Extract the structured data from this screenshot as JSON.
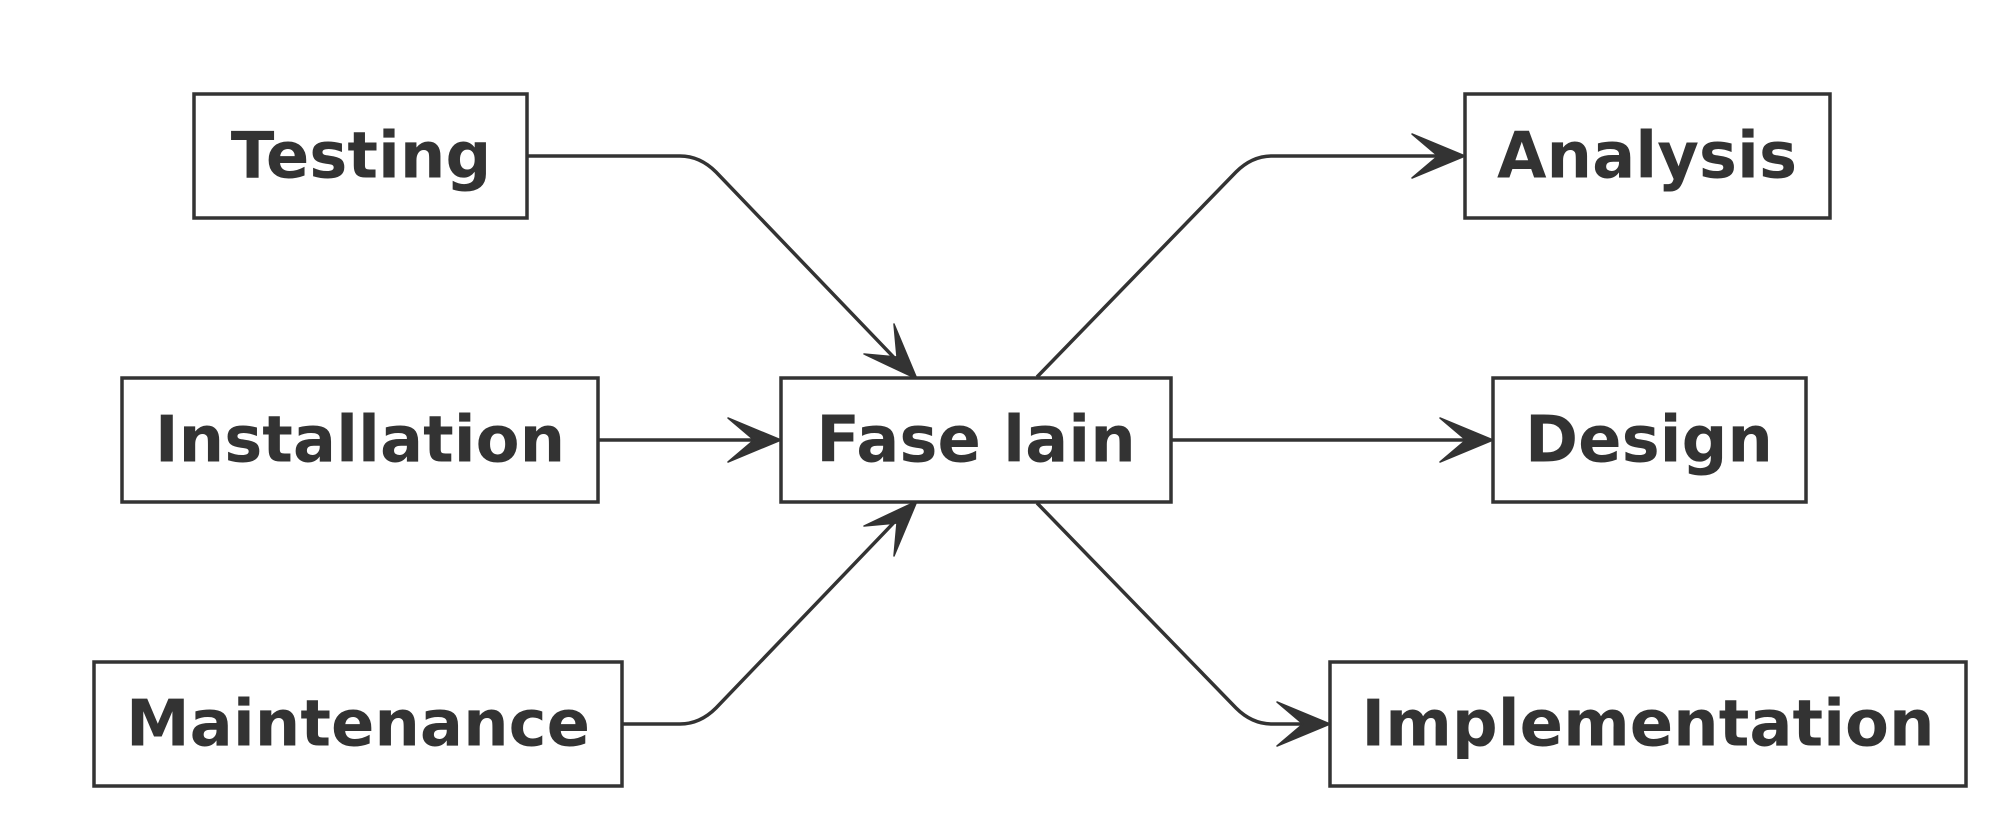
{
  "colors": {
    "stroke": "#333333",
    "text": "#333333",
    "node_fill": "#ffffff",
    "background": "#ffffff"
  },
  "nodes": {
    "testing": "Testing",
    "installation": "Installation",
    "maintenance": "Maintenance",
    "center": "Fase lain",
    "analysis": "Analysis",
    "design": "Design",
    "implementation": "Implementation"
  },
  "edges": [
    {
      "from": "Testing",
      "to": "Fase lain"
    },
    {
      "from": "Installation",
      "to": "Fase lain"
    },
    {
      "from": "Maintenance",
      "to": "Fase lain"
    },
    {
      "from": "Fase lain",
      "to": "Analysis"
    },
    {
      "from": "Fase lain",
      "to": "Design"
    },
    {
      "from": "Fase lain",
      "to": "Implementation"
    }
  ]
}
